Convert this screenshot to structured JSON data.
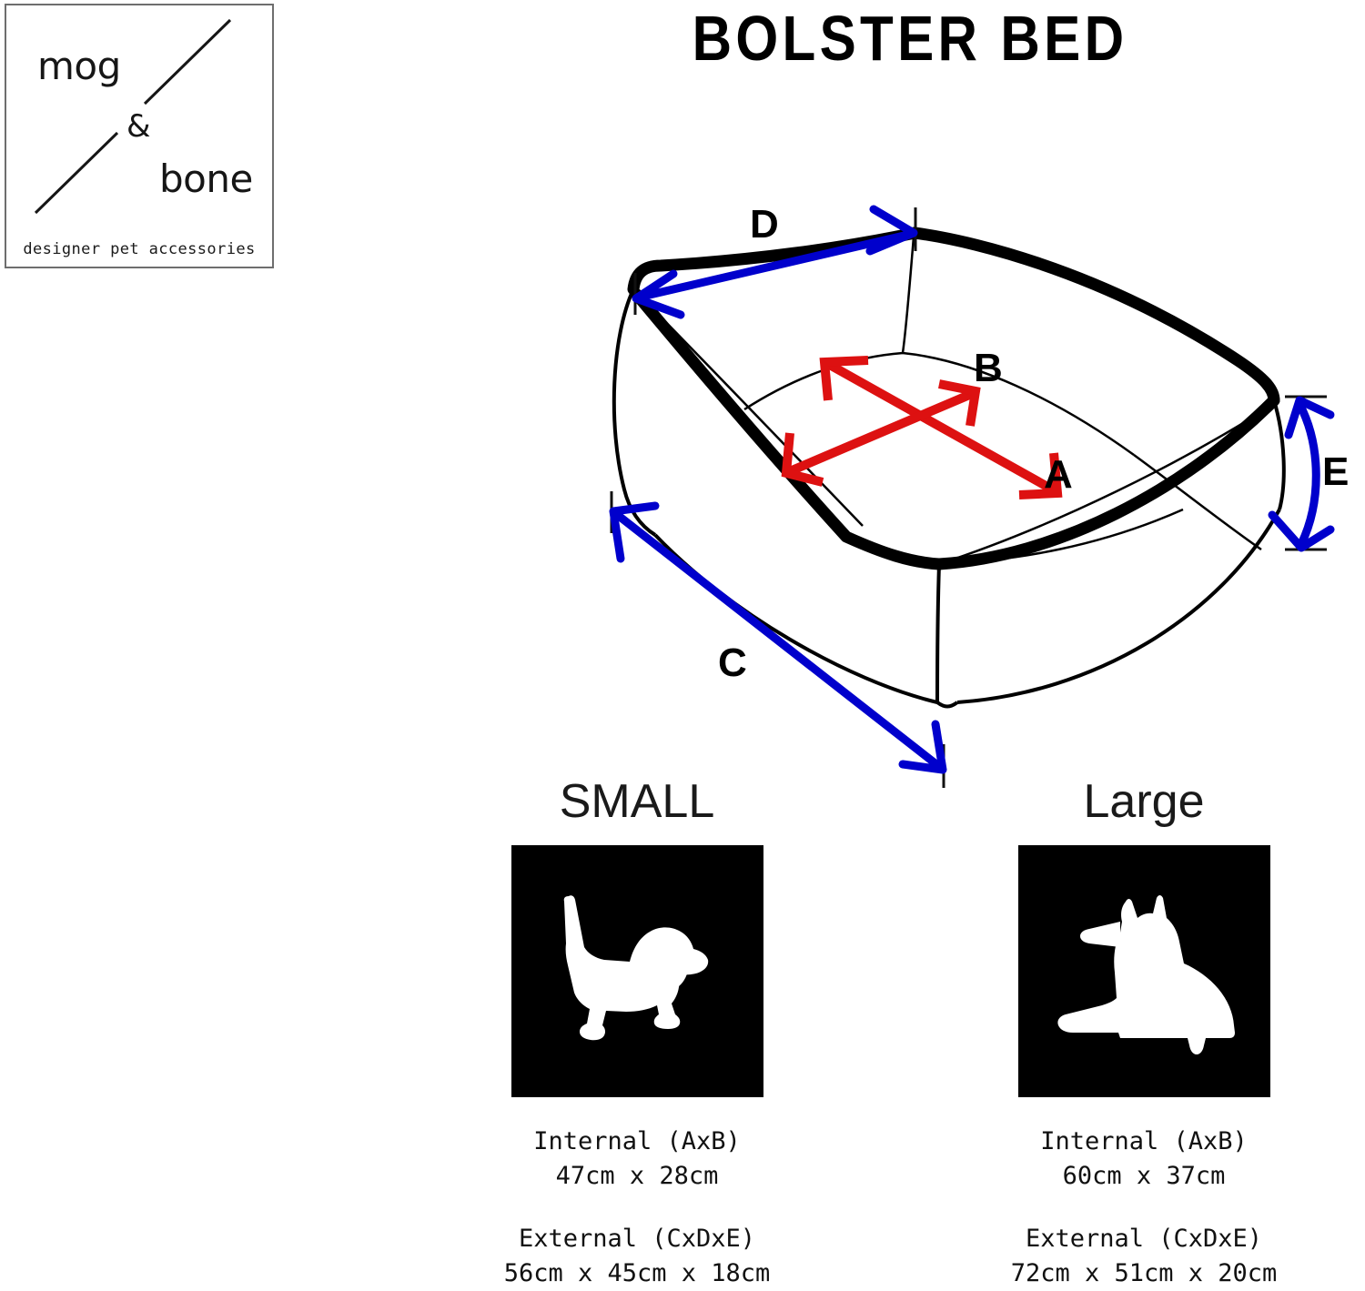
{
  "logo": {
    "word_1": "mog",
    "ampersand": "&",
    "word_2": "bone",
    "tagline": "designer pet accessories"
  },
  "title": "BOLSTER BED",
  "diagram": {
    "internal_dimension_labels": [
      "A",
      "B"
    ],
    "external_dimension_labels": [
      "C",
      "D",
      "E"
    ],
    "label_A": "A",
    "label_B": "B",
    "label_C": "C",
    "label_D": "D",
    "label_E": "E",
    "colors": {
      "internal_arrow": "#DD1111",
      "external_arrow": "#0000CC",
      "bolster_outline": "#000000"
    }
  },
  "sizes": [
    {
      "name": "SMALL",
      "dog_silhouette": "basset-hound-standing",
      "internal_label": "Internal (AxB)",
      "internal_value": "47cm x 28cm",
      "external_label": "External (CxDxE)",
      "external_value": "56cm x 45cm x 18cm"
    },
    {
      "name": "Large",
      "dog_silhouette": "great-dane-lying",
      "internal_label": "Internal (AxB)",
      "internal_value": "60cm x 37cm",
      "external_label": "External (CxDxE)",
      "external_value": "72cm x 51cm x 20cm"
    }
  ]
}
